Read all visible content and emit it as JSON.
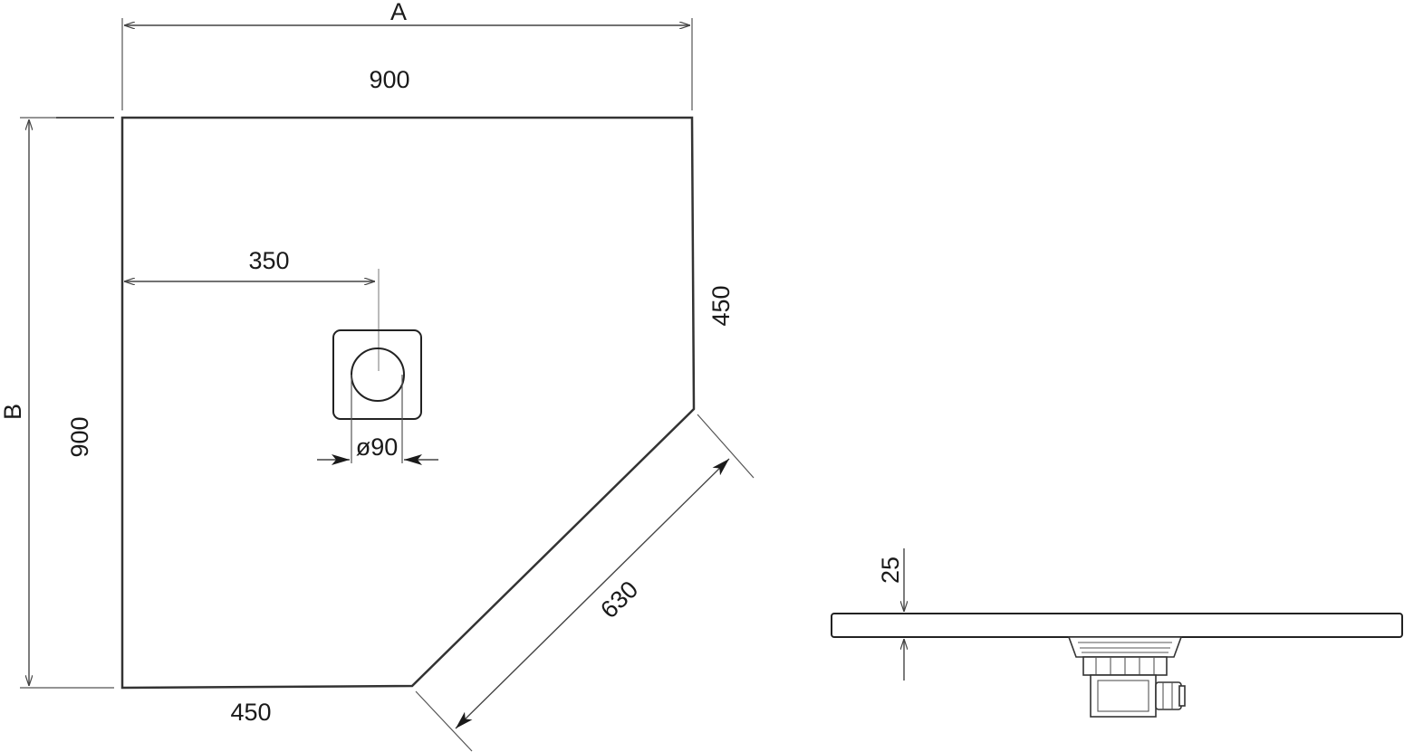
{
  "plan_view": {
    "label_A": "A",
    "label_B": "B",
    "width_top": "900",
    "height_left": "900",
    "drain_offset": "350",
    "drain_diameter": "ø90",
    "side_right": "450",
    "side_bottom": "450",
    "diagonal": "630"
  },
  "side_view": {
    "thickness": "25"
  }
}
